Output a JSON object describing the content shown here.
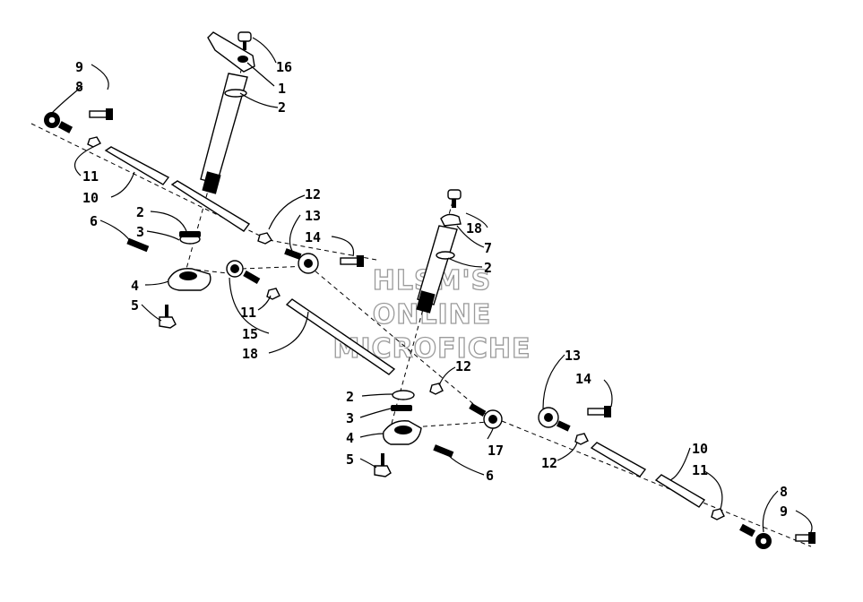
{
  "watermark": {
    "line1": "HLSM'S",
    "line2": "ONLINE",
    "line3": "MICROFICHE"
  },
  "callouts": [
    {
      "id": "c16",
      "text": "16"
    },
    {
      "id": "c1",
      "text": "1"
    },
    {
      "id": "c2a",
      "text": "2"
    },
    {
      "id": "c9a",
      "text": "9"
    },
    {
      "id": "c8a",
      "text": "8"
    },
    {
      "id": "c11a",
      "text": "11"
    },
    {
      "id": "c10a",
      "text": "10"
    },
    {
      "id": "c12a",
      "text": "12"
    },
    {
      "id": "c13a",
      "text": "13"
    },
    {
      "id": "c14a",
      "text": "14"
    },
    {
      "id": "c2b",
      "text": "2"
    },
    {
      "id": "c3a",
      "text": "3"
    },
    {
      "id": "c6a",
      "text": "6"
    },
    {
      "id": "c4a",
      "text": "4"
    },
    {
      "id": "c5a",
      "text": "5"
    },
    {
      "id": "c11b",
      "text": "11"
    },
    {
      "id": "c15",
      "text": "15"
    },
    {
      "id": "c18a",
      "text": "18"
    },
    {
      "id": "c18b",
      "text": "18"
    },
    {
      "id": "c7",
      "text": "7"
    },
    {
      "id": "c2c",
      "text": "2"
    },
    {
      "id": "c12b",
      "text": "12"
    },
    {
      "id": "c2d",
      "text": "2"
    },
    {
      "id": "c3b",
      "text": "3"
    },
    {
      "id": "c4b",
      "text": "4"
    },
    {
      "id": "c5b",
      "text": "5"
    },
    {
      "id": "c17",
      "text": "17"
    },
    {
      "id": "c6b",
      "text": "6"
    },
    {
      "id": "c13b",
      "text": "13"
    },
    {
      "id": "c14b",
      "text": "14"
    },
    {
      "id": "c12c",
      "text": "12"
    },
    {
      "id": "c10b",
      "text": "10"
    },
    {
      "id": "c11c",
      "text": "11"
    },
    {
      "id": "c8b",
      "text": "8"
    },
    {
      "id": "c9b",
      "text": "9"
    }
  ]
}
